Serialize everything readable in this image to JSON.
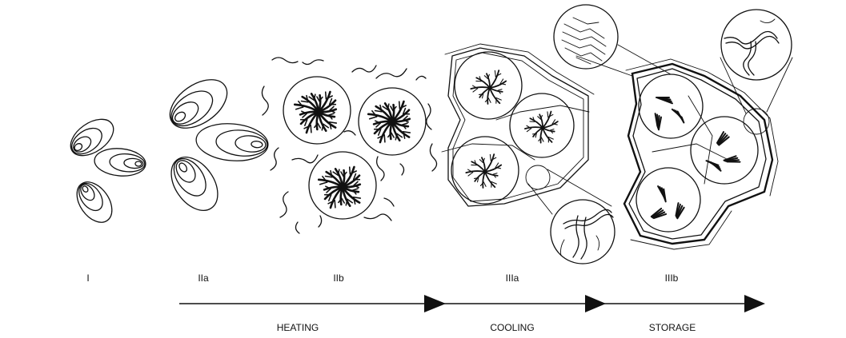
{
  "stages": [
    "I",
    "IIa",
    "IIb",
    "IIIa",
    "IIIb"
  ],
  "processes": [
    "HEATING",
    "COOLING",
    "STORAGE"
  ]
}
